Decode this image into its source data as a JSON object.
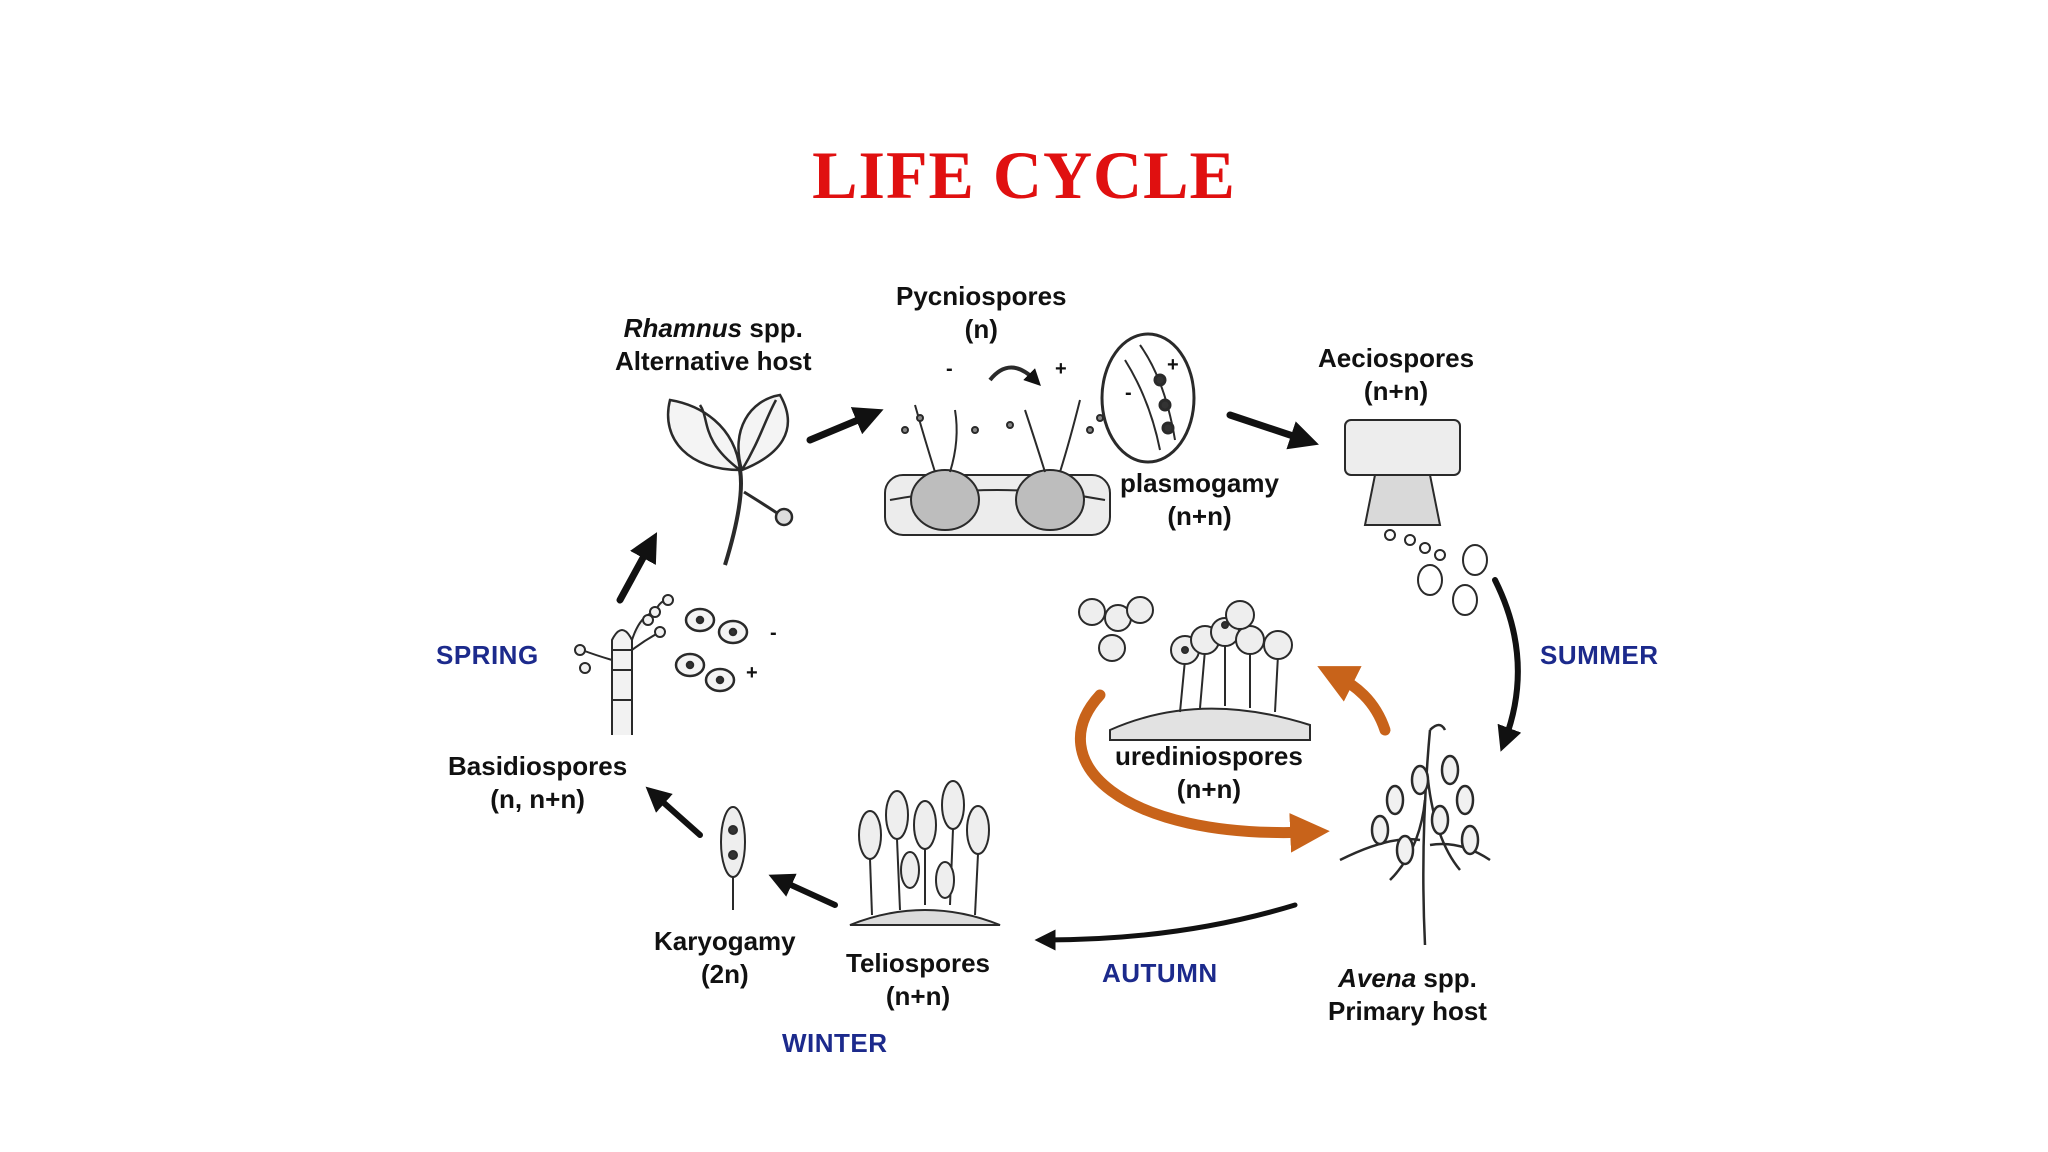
{
  "colors": {
    "title": "#e01010",
    "season": "#1c2a8c",
    "arrow": "#111111",
    "urediniospore_cycle": "#c8631a",
    "ink": "#2a2a2a"
  },
  "title": "LIFE CYCLE",
  "labels": {
    "rhamnus": {
      "italic": "Rhamnus",
      "rest": " spp.",
      "line2": "Alternative host"
    },
    "pycniospores": {
      "line1": "Pycniospores",
      "line2": "(n)"
    },
    "plasmogamy": {
      "line1": "plasmogamy",
      "line2": "(n+n)"
    },
    "aeciospores": {
      "line1": "Aeciospores",
      "line2": "(n+n)"
    },
    "urediniospores": {
      "line1": "urediniospores",
      "line2": "(n+n)"
    },
    "avena": {
      "italic": "Avena",
      "rest": " spp.",
      "line2": "Primary host"
    },
    "teliospores": {
      "line1": "Teliospores",
      "line2": "(n+n)"
    },
    "karyogamy": {
      "line1": "Karyogamy",
      "line2": "(2n)"
    },
    "basidiospores": {
      "line1": "Basidiospores",
      "line2": "(n, n+n)"
    }
  },
  "seasons": {
    "spring": "SPRING",
    "summer": "SUMMER",
    "autumn": "AUTUMN",
    "winter": "WINTER"
  },
  "signs": {
    "pycnio_minus": "-",
    "pycnio_plus": "+",
    "plasmo_plus": "+",
    "plasmo_minus": "-",
    "basidio_minus": "-",
    "basidio_plus": "+"
  },
  "icons": [
    "leaf-icon",
    "pycnia-section-icon",
    "plasmogamy-cell-icon",
    "aecium-icon",
    "spore-cluster-icon",
    "uredinia-icon",
    "oat-plant-icon",
    "telia-icon",
    "basidium-icon",
    "probasidium-icon"
  ]
}
